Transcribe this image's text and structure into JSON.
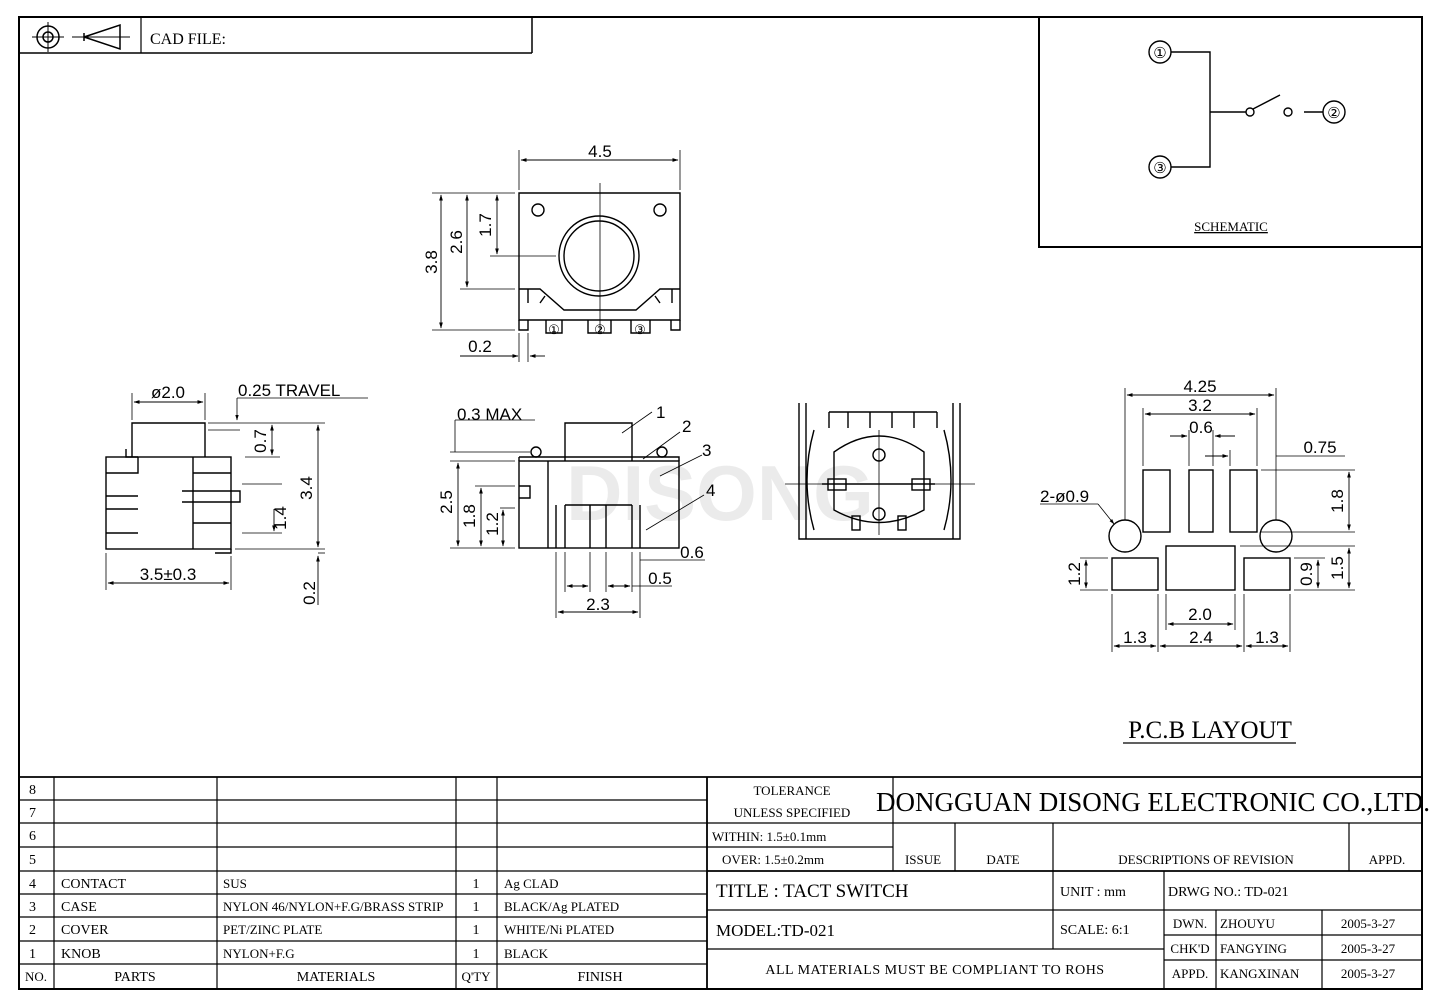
{
  "header": {
    "cad_label": "CAD FILE:"
  },
  "schematic": {
    "label": "SCHEMATIC",
    "pins": [
      "①",
      "②",
      "③"
    ]
  },
  "top_view": {
    "width": "4.5",
    "height": "3.8",
    "inner_h": "2.6",
    "center_h": "1.7",
    "offset": "0.2",
    "pins": [
      "①",
      "②",
      "③"
    ]
  },
  "side_view": {
    "dia": "ø2.0",
    "travel": "0.25 TRAVEL",
    "d07": "0.7",
    "d34": "3.4",
    "d14": "1.4",
    "width": "3.5±0.3",
    "d02": "0.2"
  },
  "front_view": {
    "max": "0.3 MAX",
    "d25": "2.5",
    "d18": "1.8",
    "d12": "1.2",
    "d06": "0.6",
    "d05": "0.5",
    "d23": "2.3",
    "callouts": [
      "1",
      "2",
      "3",
      "4"
    ]
  },
  "watermark": "DISONG",
  "pcb_layout": {
    "title": "P.C.B LAYOUT",
    "d425": "4.25",
    "d32": "3.2",
    "d06": "0.6",
    "d075": "0.75",
    "d18": "1.8",
    "holes": "2-ø0.9",
    "d12": "1.2",
    "d09": "0.9",
    "d15": "1.5",
    "d20": "2.0",
    "d13a": "1.3",
    "d24": "2.4",
    "d13b": "1.3"
  },
  "parts": {
    "rows": [
      {
        "no": "8",
        "part": "",
        "material": "",
        "qty": "",
        "finish": ""
      },
      {
        "no": "7",
        "part": "",
        "material": "",
        "qty": "",
        "finish": ""
      },
      {
        "no": "6",
        "part": "",
        "material": "",
        "qty": "",
        "finish": ""
      },
      {
        "no": "5",
        "part": "",
        "material": "",
        "qty": "",
        "finish": ""
      },
      {
        "no": "4",
        "part": "CONTACT",
        "material": "SUS",
        "qty": "1",
        "finish": "Ag CLAD"
      },
      {
        "no": "3",
        "part": "CASE",
        "material": "NYLON 46/NYLON+F.G/BRASS STRIP",
        "qty": "1",
        "finish": "BLACK/Ag PLATED"
      },
      {
        "no": "2",
        "part": "COVER",
        "material": "PET/ZINC PLATE",
        "qty": "1",
        "finish": "WHITE/Ni PLATED"
      },
      {
        "no": "1",
        "part": "KNOB",
        "material": "NYLON+F.G",
        "qty": "1",
        "finish": "BLACK"
      }
    ],
    "headers": {
      "no": "NO.",
      "part": "PARTS",
      "material": "MATERIALS",
      "qty": "Q'TY",
      "finish": "FINISH"
    }
  },
  "title_block": {
    "tolerance": "TOLERANCE",
    "unless": "UNLESS  SPECIFIED",
    "within": "WITHIN: 1.5±0.1mm",
    "over": "OVER: 1.5±0.2mm",
    "company": "DONGGUAN DISONG ELECTRONIC CO.,LTD.",
    "issue": "ISSUE",
    "date": "DATE",
    "desc": "DESCRIPTIONS OF REVISION",
    "appd": "APPD.",
    "title": "TITLE :  TACT SWITCH",
    "unit": "UNIT :   mm",
    "drwg": "DRWG NO.: TD-021",
    "model": "MODEL:TD-021",
    "scale": "SCALE:  6:1",
    "compliance": "ALL MATERIALS MUST BE COMPLIANT TO ROHS",
    "dwn": "DWN.",
    "dwn_name": "ZHOUYU",
    "dwn_date": "2005-3-27",
    "chk": "CHK'D",
    "chk_name": "FANGYING",
    "chk_date": "2005-3-27",
    "app": "APPD.",
    "app_name": "KANGXINAN",
    "app_date": "2005-3-27"
  }
}
